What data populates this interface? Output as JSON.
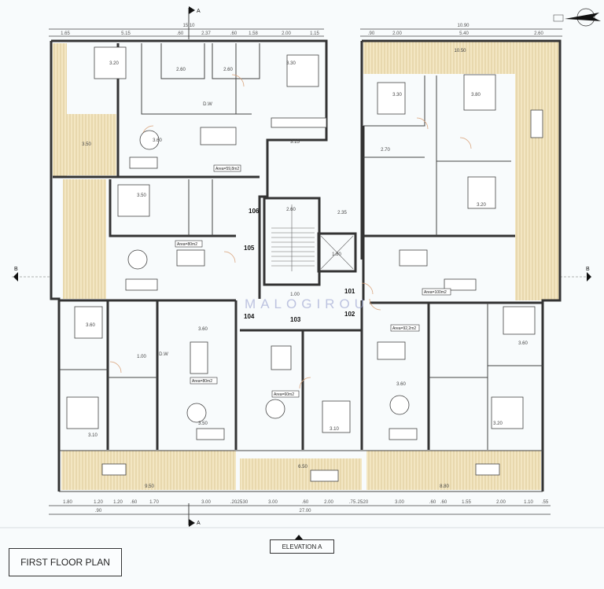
{
  "title": "FIRST FLOOR PLAN",
  "elevation_label": "ELEVATION A",
  "watermark": "MALOGIROU",
  "section_markers": {
    "top": "A",
    "bottom": "A",
    "left": "B",
    "right": "B"
  },
  "colors": {
    "balcony": "#f3e6c2",
    "balcony_stripe": "#d8c48e",
    "walls": "#333333",
    "door_arc": "#d9a27a",
    "watermark": "#8d96c8"
  },
  "dimensions": {
    "top_left_overall": "15.10",
    "top_left": [
      "1.65",
      "5.15",
      ".60",
      "2.37",
      ".60",
      "1.58",
      "2.00",
      "1.15"
    ],
    "top_right_overall": "10.90",
    "top_right": [
      ".90",
      "2.00",
      "5.40",
      "2.60"
    ],
    "bottom_overall": "27.00",
    "bottom_sub": ".90",
    "bottom": [
      "1.80",
      "1.20",
      "1.20",
      ".60",
      "1.70",
      "3.00",
      ".20",
      ".25",
      ".30",
      "3.00",
      ".60",
      "2.00",
      ".75",
      ".25",
      ".20",
      "3.00",
      ".60",
      ".60",
      "1.55",
      "2.00",
      "1.10",
      ".55"
    ]
  },
  "apartments": {
    "a101": "101",
    "a102": "102",
    "a103": "103",
    "a104": "104",
    "a105": "105",
    "a106": "106"
  },
  "areas": [
    "Area=59,8m2",
    "Area=80m2",
    "Area=100m2",
    "Area=80m2",
    "Area=60m2",
    "Area=92,2m2"
  ],
  "rooms": [
    "3.20",
    "3.30",
    "2.60",
    "2.60",
    "3.60",
    "3.15",
    "3.50",
    "3.50",
    "2.70",
    "3.30",
    "3.80",
    "3.20",
    "3.60",
    "3.10",
    "3.60",
    "3.50",
    "3.10",
    "3.60",
    "3.20",
    "3.60",
    "9.50",
    "8.80",
    "6.50",
    "10.50",
    "2.60",
    "1.80",
    "2.35",
    "1.00",
    "1.00",
    "D.W",
    "D.W"
  ]
}
